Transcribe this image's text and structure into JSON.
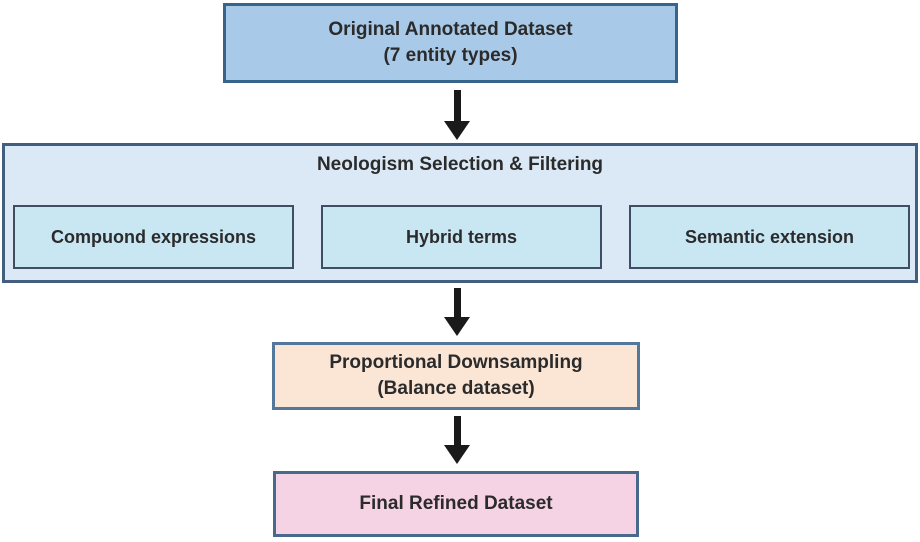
{
  "diagram": {
    "top_box": {
      "line1": "Original Annotated Dataset",
      "line2": "(7 entity types)"
    },
    "filter_section": {
      "title": "Neologism Selection & Filtering",
      "items": [
        {
          "label": "Compuond expressions"
        },
        {
          "label": "Hybrid terms"
        },
        {
          "label": "Semantic extension"
        }
      ]
    },
    "downsampling_box": {
      "line1": "Proportional Downsampling",
      "line2": "(Balance dataset)"
    },
    "final_box": {
      "label": "Final Refined Dataset"
    },
    "colors": {
      "top_box_fill": "#a8c9e7",
      "top_box_border": "#38648c",
      "container_fill": "#dbe9f6",
      "container_border": "#42607e",
      "subbox_fill": "#c9e6f3",
      "subbox_border": "#3e4f63",
      "downsampling_fill": "#fbe5d5",
      "downsampling_border": "#54789c",
      "final_fill": "#f6d2e5",
      "final_border": "#48688c",
      "arrow": "#1a1a1a",
      "text": "#2b2b2b"
    }
  }
}
